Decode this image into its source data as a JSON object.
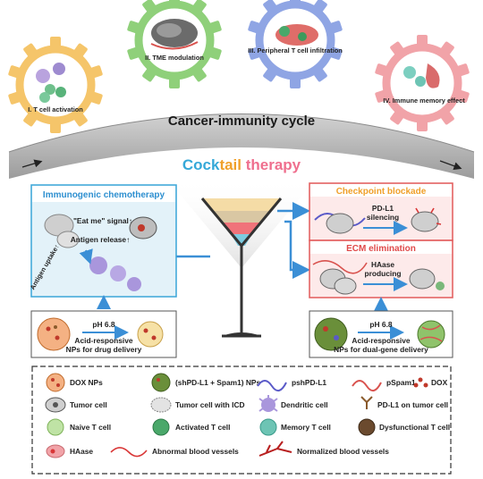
{
  "gears": [
    {
      "label": "I. T cell activation",
      "color": "#f5c56a"
    },
    {
      "label": "II. TME modulation",
      "color": "#8fd07a"
    },
    {
      "label": "III. Peripheral T cell infiltration",
      "color": "#8fa5e4"
    },
    {
      "label": "IV. Immune memory effect",
      "color": "#f1a3a8"
    }
  ],
  "cycle_title": "Cancer-immunity cycle",
  "cocktail": {
    "part1": "Cock",
    "part2": "tail",
    "part3": " therapy"
  },
  "left_panel": {
    "title": "Immunogenic chemotherapy",
    "eat_me": "\"Eat me\" signal↑",
    "antigen_release": "Antigen release↑",
    "antigen_uptake": "Antigen uptake↑"
  },
  "left_np": {
    "ph": "pH 6.8",
    "line1": "Acid-responsive",
    "line2": "NPs for drug delivery"
  },
  "right_top_panel": {
    "title": "Checkpoint blockade",
    "line1": "PD-L1",
    "line2": "silencing"
  },
  "right_bottom_panel": {
    "title": "ECM elimination",
    "line1": "HAase",
    "line2": "producing"
  },
  "right_np": {
    "ph": "pH 6.8",
    "line1": "Acid-responsive",
    "line2": "NPs for dual-gene delivery"
  },
  "legend": [
    {
      "label": "DOX NPs"
    },
    {
      "label": "(shPD-L1 + Spam1) NPs"
    },
    {
      "label": "pshPD-L1"
    },
    {
      "label": "pSpam1"
    },
    {
      "label": "DOX"
    },
    {
      "label": "Tumor cell"
    },
    {
      "label": "Tumor cell with ICD"
    },
    {
      "label": "Dendritic cell"
    },
    {
      "label": "PD-L1 on tumor cell"
    },
    {
      "label": "Naive T cell"
    },
    {
      "label": "Activated T cell"
    },
    {
      "label": "Memory T cell"
    },
    {
      "label": "Dysfunctional T cell"
    },
    {
      "label": "HAase"
    },
    {
      "label": "Abnormal blood vessels"
    },
    {
      "label": "Normalized blood vessels"
    }
  ],
  "colors": {
    "gear_ring": "#c9c9c9",
    "cycle_band": "#bdbdbd",
    "panel_blue_bg": "#e3f2f9",
    "panel_blue_border": "#3aa5d8",
    "panel_red_bg": "#fdeaea",
    "panel_red_border": "#e25b5b",
    "arrow_blue": "#3b8fd6",
    "checkpoint_title": "#f0a02a",
    "ecm_title": "#e04a4a",
    "immuno_title": "#2d8fd0"
  }
}
